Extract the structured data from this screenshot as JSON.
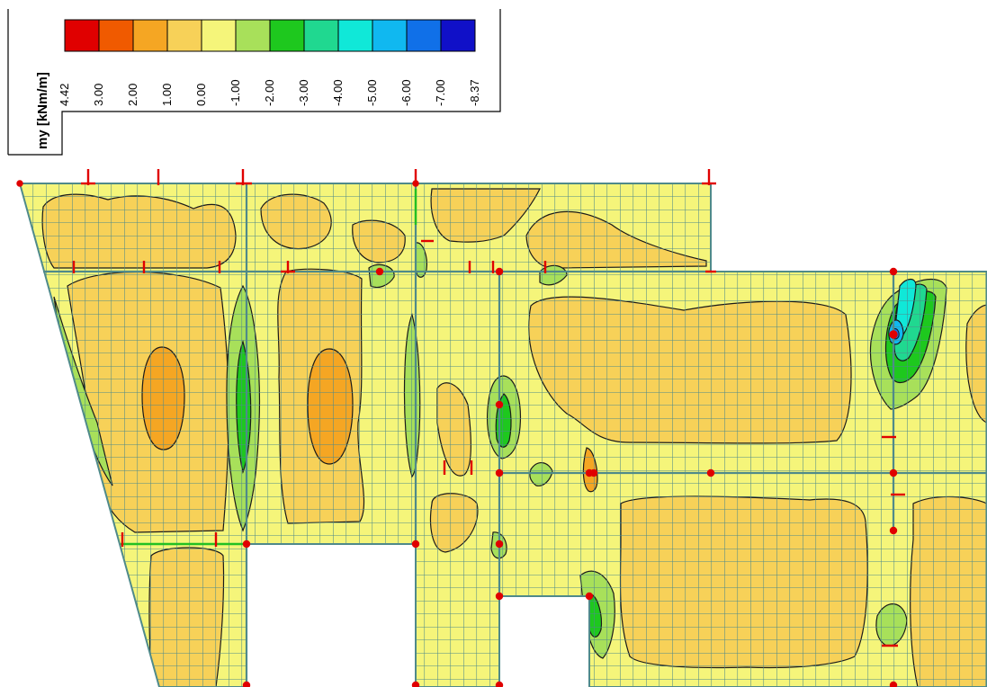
{
  "legend": {
    "quantity_label": "my [kNm/m]",
    "bins": [
      {
        "label": "4.42",
        "color": "#e00000"
      },
      {
        "label": "3.00",
        "color": "#f05a00"
      },
      {
        "label": "2.00",
        "color": "#f5a623"
      },
      {
        "label": "1.00",
        "color": "#f7d158"
      },
      {
        "label": "0.00",
        "color": "#f5f57a"
      },
      {
        "label": "-1.00",
        "color": "#a8e05a"
      },
      {
        "label": "-2.00",
        "color": "#1ec81e"
      },
      {
        "label": "-3.00",
        "color": "#20d890"
      },
      {
        "label": "-4.00",
        "color": "#10e8d8"
      },
      {
        "label": "-5.00",
        "color": "#10b8f0"
      },
      {
        "label": "-6.00",
        "color": "#1070e8"
      },
      {
        "label": "-7.00",
        "color": "#1010c8"
      }
    ],
    "min_label": "-8.37"
  },
  "colors": {
    "plate_base": "#f5f57a",
    "positive_1": "#f7d158",
    "positive_2": "#f5a623",
    "negative_1": "#a8e05a",
    "negative_2": "#1ec81e",
    "negative_3": "#20d890",
    "negative_4": "#10e8d8",
    "negative_5": "#10b8f0",
    "negative_6": "#1070e8",
    "mesh_line": "#4f8a8a",
    "support_marker": "#e00000",
    "contour_line": "#1a1a1a"
  }
}
